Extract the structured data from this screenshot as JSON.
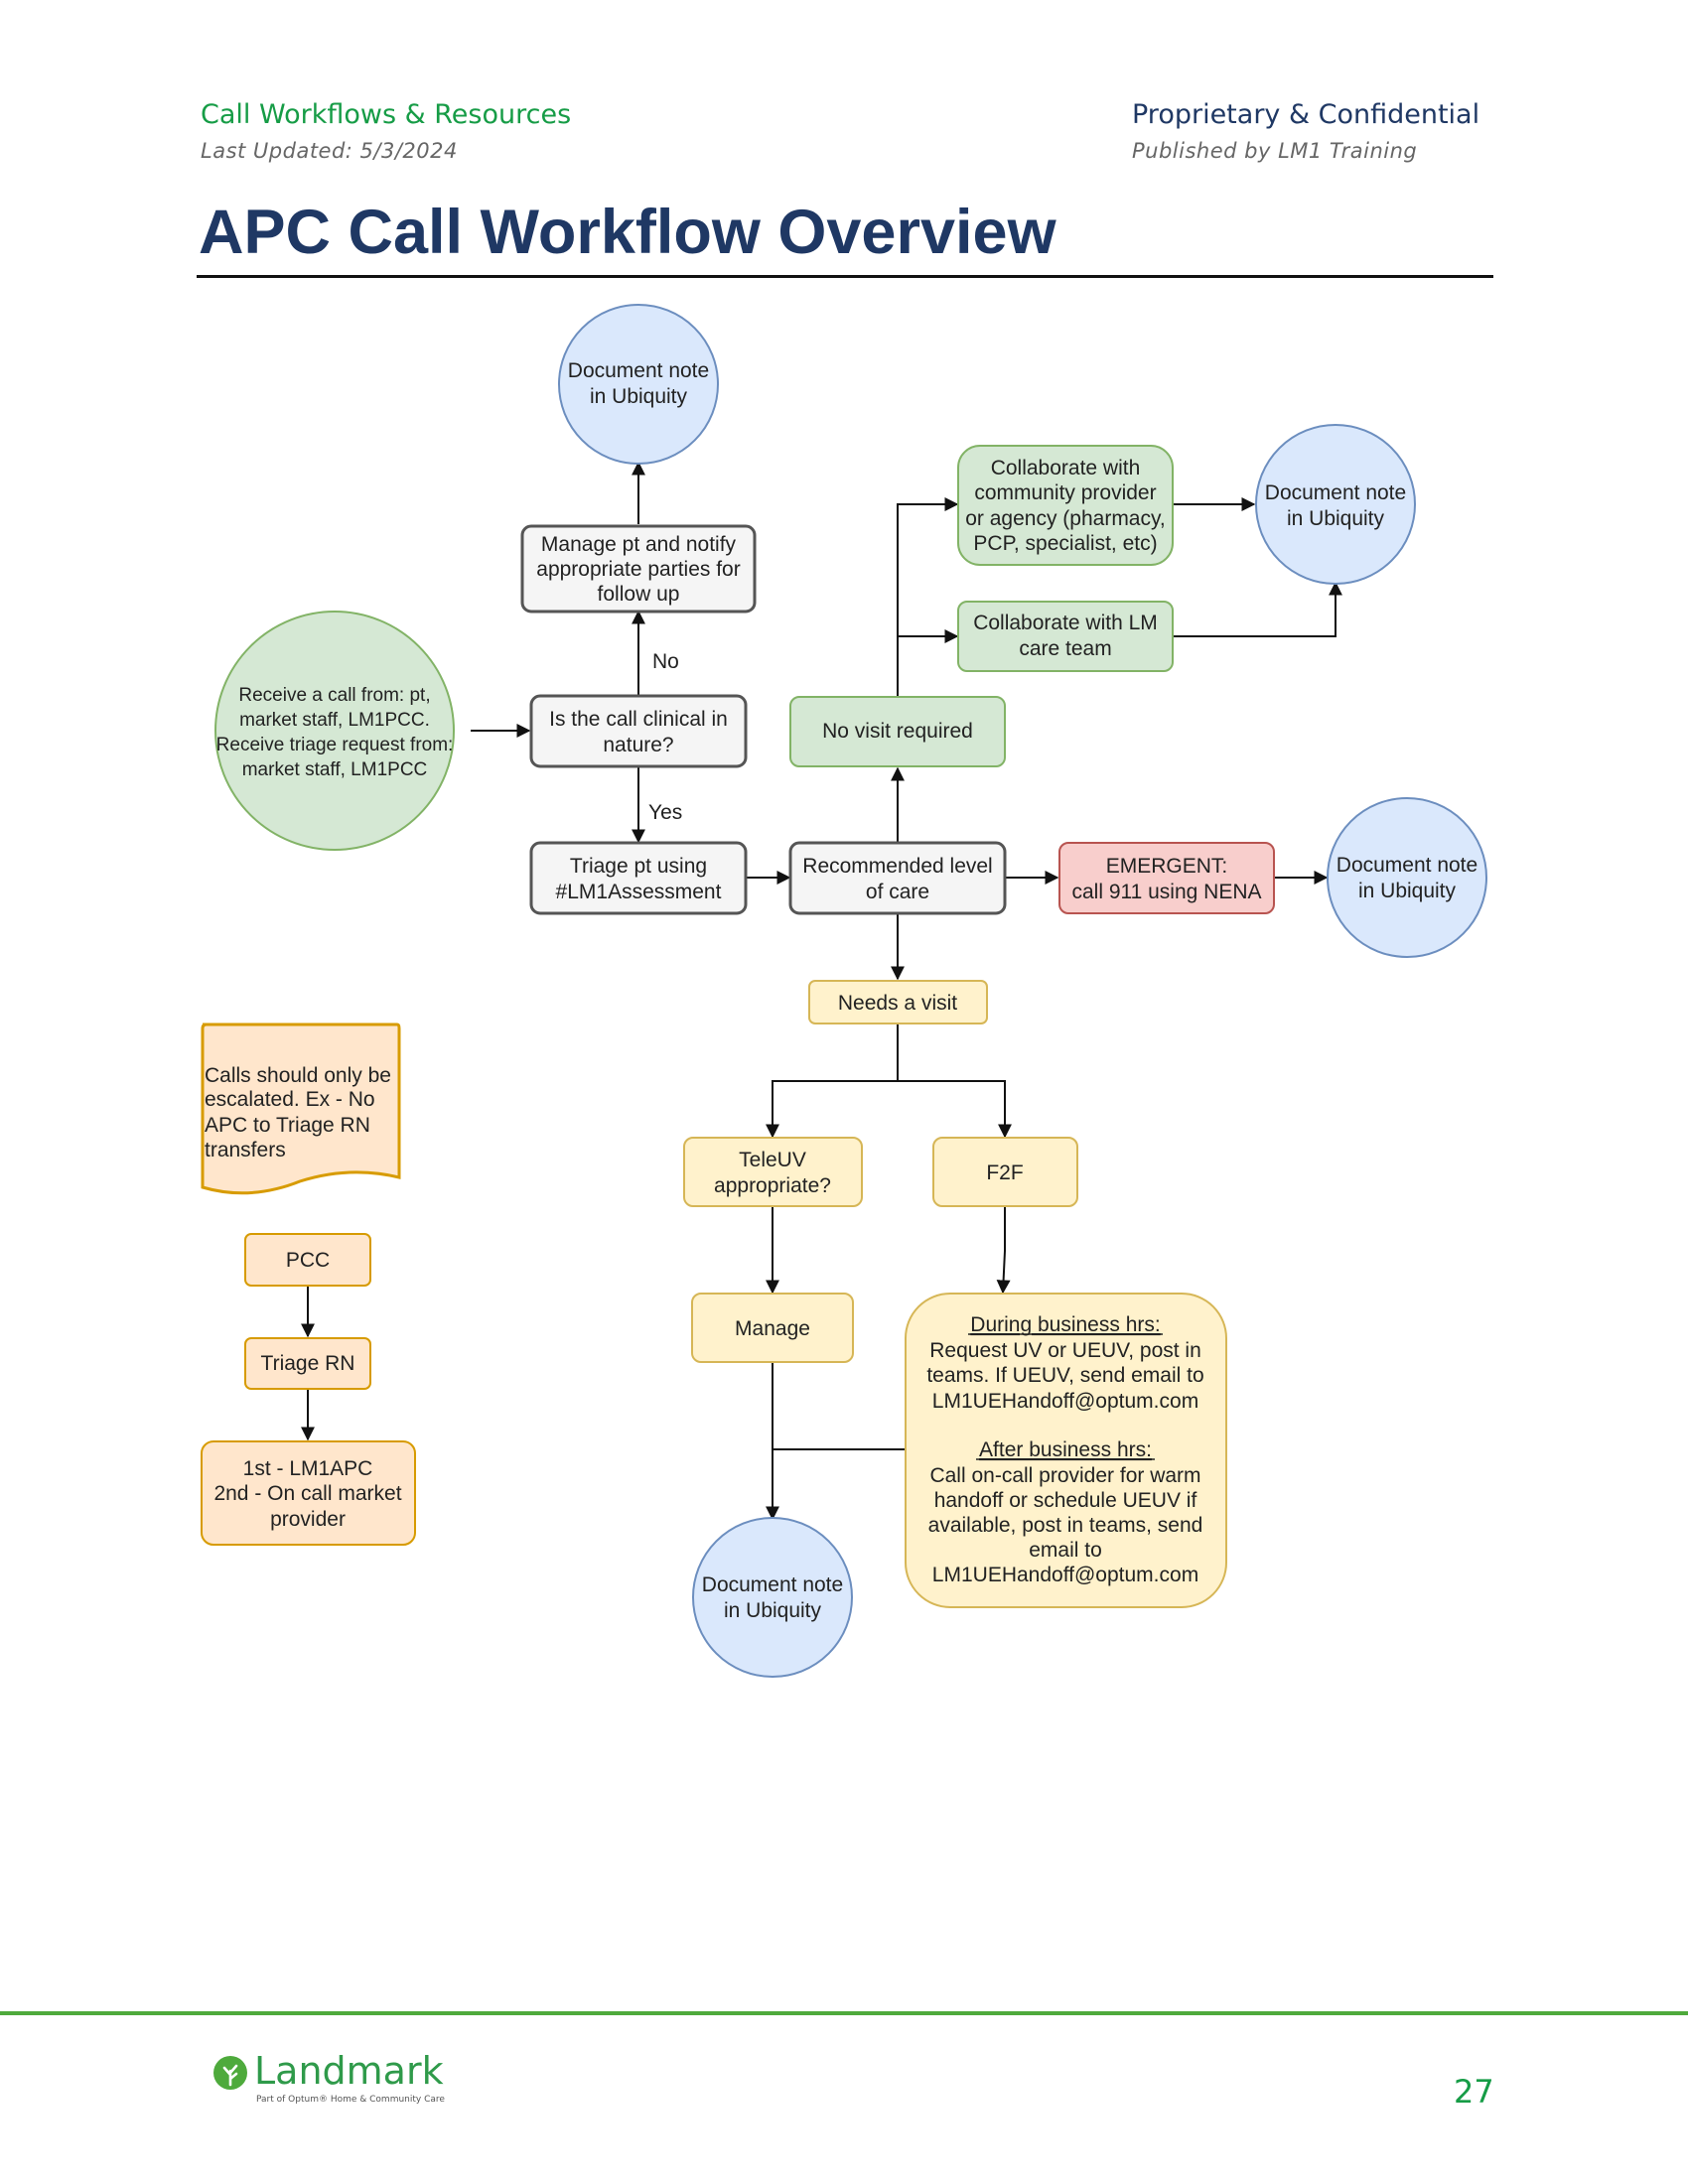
{
  "header": {
    "left_title": "Call Workflows & Resources",
    "left_subtitle": "Last Updated: 5/3/2024",
    "right_title": "Proprietary & Confidential",
    "right_subtitle": "Published by LM1 Training"
  },
  "page_title": "APC Call Workflow Overview",
  "colors": {
    "blue_fill": "#dae8fc",
    "blue_stroke": "#6c8ebf",
    "green_fill": "#d5e8d4",
    "green_stroke": "#82b366",
    "gray_fill": "#f5f5f5",
    "gray_stroke": "#555555",
    "yellow_fill": "#fff2cc",
    "yellow_stroke": "#d6b656",
    "orange_fill": "#ffe6cc",
    "orange_stroke": "#d79b00",
    "red_fill": "#f8cecc",
    "red_stroke": "#b85450"
  },
  "nodes": {
    "receive": [
      "Receive a call from: pt,",
      "market staff, LM1PCC.",
      "Receive triage request from:",
      "market staff, LM1PCC"
    ],
    "is_clinical": [
      "Is the call clinical in",
      "nature?"
    ],
    "manage_notify": [
      "Manage pt and notify",
      "appropriate parties for",
      "follow up"
    ],
    "doc_top": [
      "Document note",
      "in Ubiquity"
    ],
    "triage": [
      "Triage pt using",
      "#LM1Assessment"
    ],
    "recommended": [
      "Recommended level",
      "of care"
    ],
    "emergent": [
      "EMERGENT:",
      "call 911 using NENA"
    ],
    "doc_emergent": [
      "Document note",
      "in Ubiquity"
    ],
    "no_visit": [
      "No visit required"
    ],
    "collab_community": [
      "Collaborate with",
      "community provider",
      "or agency (pharmacy,",
      "PCP, specialist, etc)"
    ],
    "collab_lm": [
      "Collaborate with LM",
      "care team"
    ],
    "doc_collab": [
      "Document note",
      "in Ubiquity"
    ],
    "needs_visit": [
      "Needs a visit"
    ],
    "teleuv": [
      "TeleUV",
      "appropriate?"
    ],
    "f2f": [
      "F2F"
    ],
    "manage": [
      "Manage"
    ],
    "business_hrs": {
      "during_heading": "During business hrs:",
      "during_lines": [
        "Request UV or UEUV, post in",
        "teams.  If UEUV, send email to",
        "LM1UEHandoff@optum.com"
      ],
      "after_heading": "After business hrs:",
      "after_lines": [
        "Call on-call provider for warm",
        "handoff or schedule UEUV if",
        "available, post in teams, send",
        "email to",
        "LM1UEHandoff@optum.com"
      ]
    },
    "doc_bottom": [
      "Document note",
      "in Ubiquity"
    ],
    "escalate_note": [
      "Calls should only be",
      "escalated.  Ex - No",
      "APC to Triage RN",
      "transfers"
    ],
    "pcc": [
      "PCC"
    ],
    "triage_rn": [
      "Triage RN"
    ],
    "apc_order": [
      "1st - LM1APC",
      "2nd - On call market",
      "provider"
    ]
  },
  "edge_labels": {
    "no": "No",
    "yes": "Yes"
  },
  "footer": {
    "logo_text": "Landmark",
    "logo_tagline": "Part of Optum® Home & Community Care",
    "page_number": "27"
  }
}
